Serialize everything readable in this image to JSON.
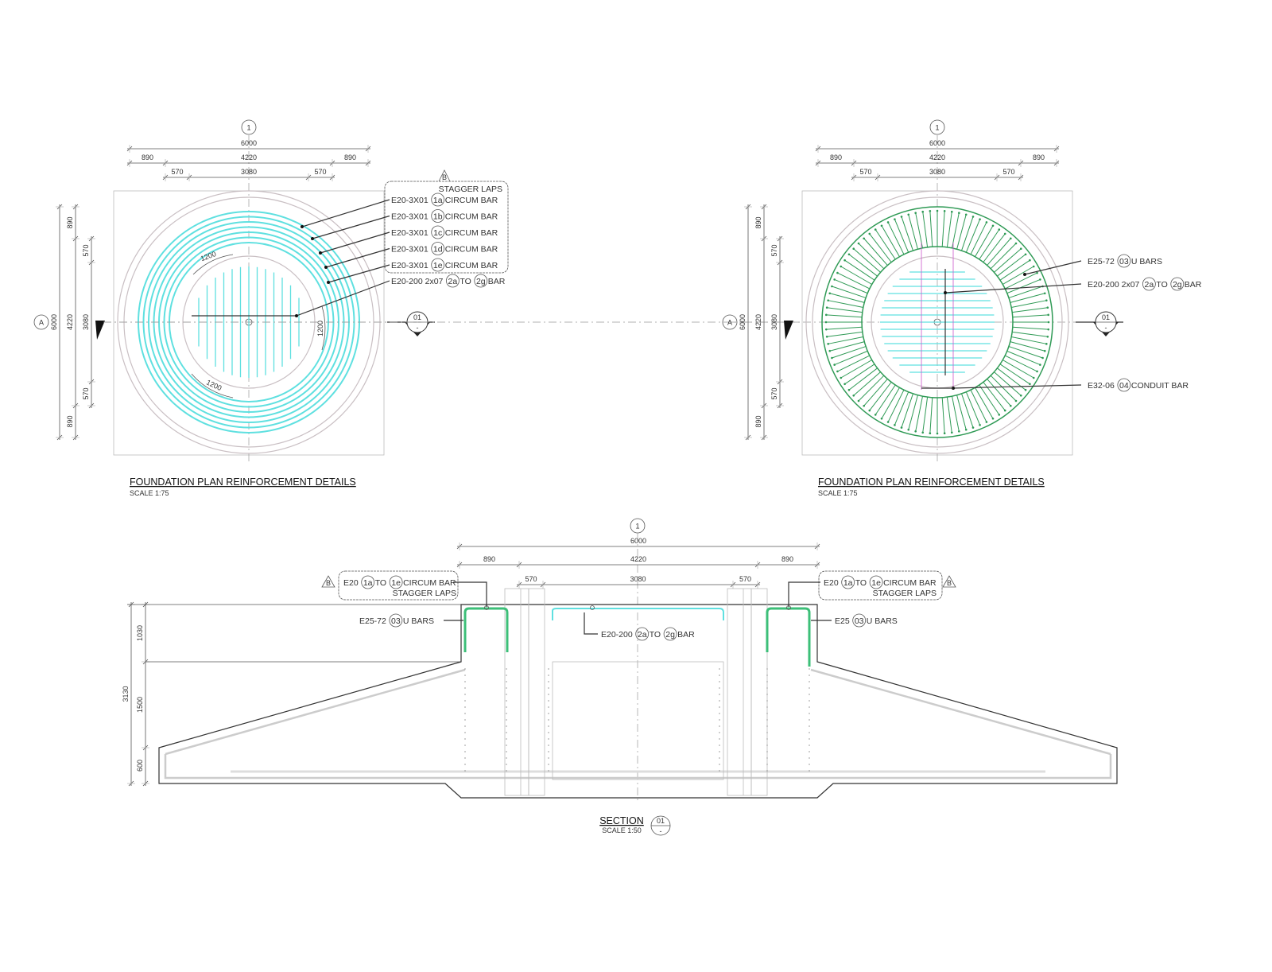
{
  "plan_left": {
    "title": "FOUNDATION PLAN REINFORCEMENT DETAILS",
    "scale": "SCALE 1:75",
    "grid_top": "1",
    "grid_side": "A",
    "section_mark": "01",
    "section_sub": "-",
    "revision": "B",
    "dims_top": {
      "overall": "6000",
      "a": "890",
      "b": "4220",
      "c": "890",
      "d": "570",
      "e": "3080",
      "f": "570"
    },
    "dims_side": {
      "overall": "6000",
      "a": "890",
      "b": "4220",
      "c": "890",
      "d": "570",
      "e": "3080",
      "f": "570"
    },
    "arc_dims": [
      "1200",
      "1200",
      "1200"
    ],
    "callouts": [
      {
        "prefix": "E20-3X01",
        "mark": "1a",
        "text": "CIRCUM  BAR"
      },
      {
        "prefix": "E20-3X01",
        "mark": "1b",
        "text": "CIRCUM  BAR"
      },
      {
        "prefix": "E20-3X01",
        "mark": "1c",
        "text": "CIRCUM  BAR"
      },
      {
        "prefix": "E20-3X01",
        "mark": "1d",
        "text": "CIRCUM  BAR"
      },
      {
        "prefix": "E20-3X01",
        "mark": "1e",
        "text": "CIRCUM  BAR"
      }
    ],
    "stagger": "STAGGER  LAPS",
    "bottom_bar": {
      "prefix": "E20-200  2x07",
      "mark1": "2a",
      "to": "TO",
      "mark2": "2g",
      "text": "BAR"
    }
  },
  "plan_right": {
    "title": "FOUNDATION PLAN REINFORCEMENT DETAILS",
    "scale": "SCALE 1:75",
    "grid_top": "1",
    "grid_side": "A",
    "section_mark": "01",
    "section_sub": "-",
    "dims_top": {
      "overall": "6000",
      "a": "890",
      "b": "4220",
      "c": "890",
      "d": "570",
      "e": "3080",
      "f": "570"
    },
    "dims_side": {
      "overall": "6000",
      "a": "890",
      "b": "4220",
      "c": "890",
      "d": "570",
      "e": "3080",
      "f": "570"
    },
    "callout_ubars": {
      "prefix": "E25-72",
      "mark": "03",
      "text": "U  BARS"
    },
    "callout_bar": {
      "prefix": "E20-200  2x07",
      "mark1": "2a",
      "to": "TO",
      "mark2": "2g",
      "text": "BAR"
    },
    "callout_conduit": {
      "prefix": "E32-06",
      "mark": "04",
      "text": "CONDUIT  BAR"
    }
  },
  "section": {
    "title": "SECTION",
    "scale": "SCALE 1:50",
    "mark": "01",
    "mark_sub": "-",
    "grid_top": "1",
    "dims_top": {
      "overall": "6000",
      "a": "890",
      "b": "4220",
      "c": "890",
      "d": "570",
      "e": "3080",
      "f": "570"
    },
    "dims_side": {
      "overall": "3130",
      "a": "1030",
      "b": "1500",
      "c": "600"
    },
    "left_circum": {
      "prefix": "E20",
      "mark1": "1a",
      "to": "TO",
      "mark2": "1e",
      "text": "CIRCUM  BAR",
      "line2": "STAGGER  LAPS",
      "revision": "B"
    },
    "right_circum": {
      "prefix": "E20",
      "mark1": "1a",
      "to": "TO",
      "mark2": "1e",
      "text": "CIRCUM  BAR",
      "line2": "STAGGER  LAPS",
      "revision": "B"
    },
    "left_ubars": {
      "prefix": "E25-72",
      "mark": "03",
      "text": "U  BARS"
    },
    "right_ubars": {
      "prefix": "E25",
      "mark": "03",
      "text": "U  BARS"
    },
    "mid_bar": {
      "prefix": "E20-200",
      "mark1": "2a",
      "to": "TO",
      "mark2": "2g",
      "text": "BAR"
    }
  },
  "colors": {
    "circum_bar": "#5fe0e0",
    "u_bar": "#2f9a55",
    "conduit": "#cc55cc"
  }
}
